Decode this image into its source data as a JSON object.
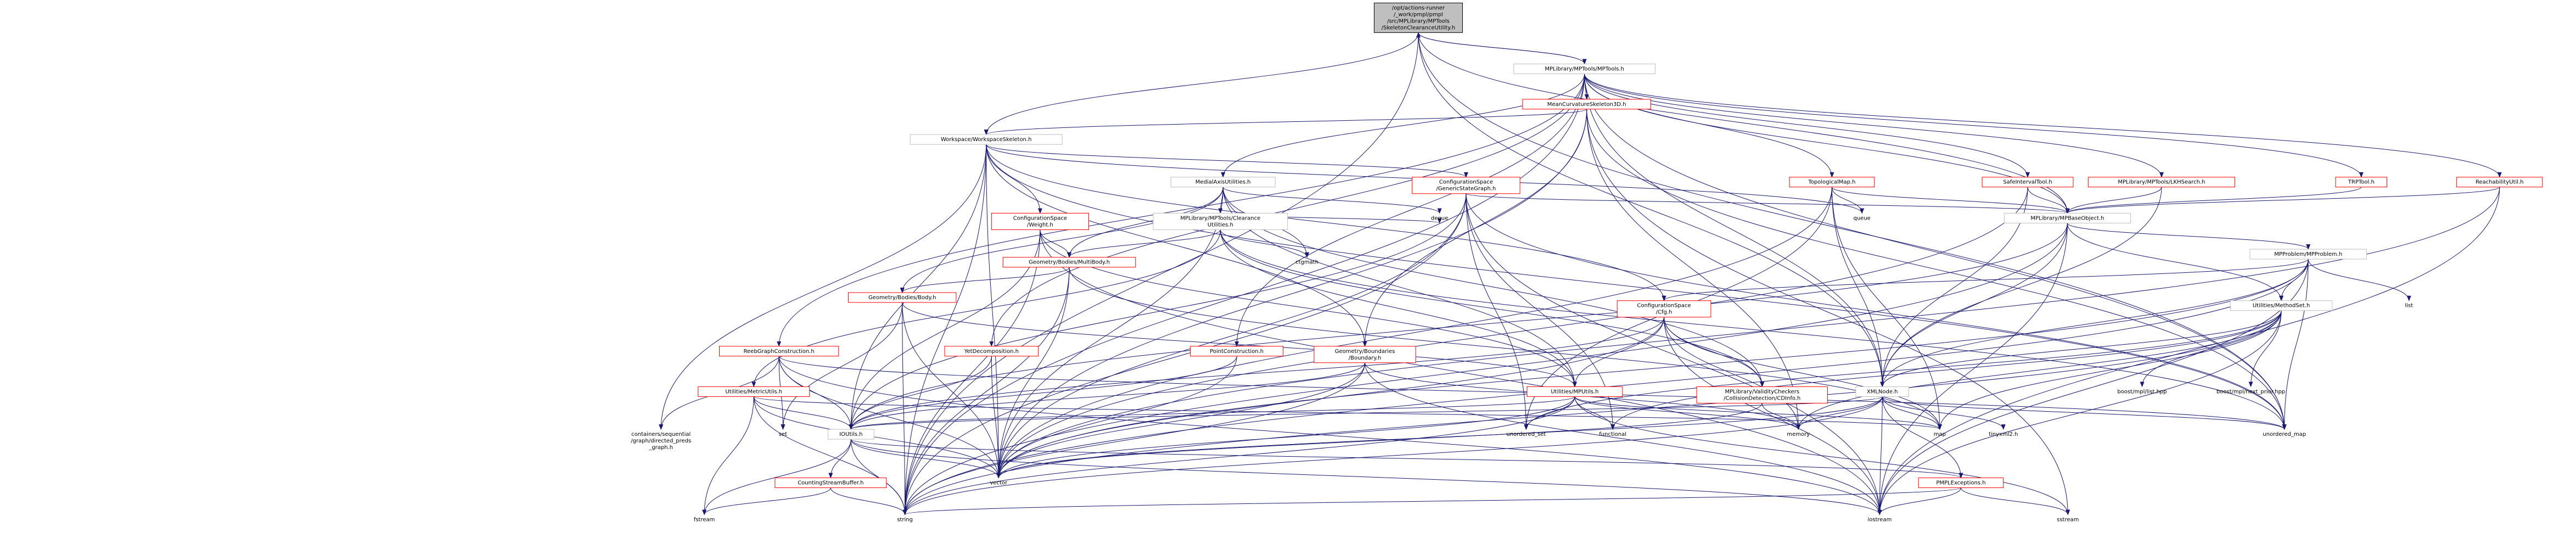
{
  "graph": {
    "title": "",
    "nodes": [
      {
        "id": "root",
        "label": "/opt/actions-runner\n/_work/pmpl/pmpl\n/src/MPLibrary/MPTools\n/SkeletonClearanceUtility.h",
        "kind": "focus"
      },
      {
        "id": "mptools",
        "label": "MPLibrary/MPTools/MPTools.h",
        "kind": "secondary"
      },
      {
        "id": "meancurv",
        "label": "MeanCurvatureSkeleton3D.h",
        "kind": "primary"
      },
      {
        "id": "workspaceskel",
        "label": "Workspace/WorkspaceSkeleton.h",
        "kind": "secondary"
      },
      {
        "id": "medialaxis",
        "label": "MedialAxisUtilities.h",
        "kind": "secondary"
      },
      {
        "id": "topomap",
        "label": "TopologicalMap.h",
        "kind": "primary"
      },
      {
        "id": "safeinterval",
        "label": "SafeIntervalTool.h",
        "kind": "primary"
      },
      {
        "id": "lkhsearch",
        "label": "MPLibrary/MPTools/LKHSearch.h",
        "kind": "primary"
      },
      {
        "id": "tmptool",
        "label": "TRPTool.h",
        "kind": "primary"
      },
      {
        "id": "reachability",
        "label": "ReachabilityUtil.h",
        "kind": "primary"
      },
      {
        "id": "cspacegsg",
        "label": "ConfigurationSpace\n/GenericStateGraph.h",
        "kind": "primary"
      },
      {
        "id": "clearanceutil",
        "label": "MPLibrary/MPTools/Clearance\nUtilities.h",
        "kind": "secondary"
      },
      {
        "id": "cspaceweight",
        "label": "ConfigurationSpace\n/Weight.h",
        "kind": "primary"
      },
      {
        "id": "multibody",
        "label": "Geometry/Bodies/MultiBody.h",
        "kind": "primary"
      },
      {
        "id": "body",
        "label": "Geometry/Bodies/Body.h",
        "kind": "primary"
      },
      {
        "id": "mpbase",
        "label": "MPLibrary/MPBaseObject.h",
        "kind": "secondary"
      },
      {
        "id": "mpproblem",
        "label": "MPProblem/MPProblem.h",
        "kind": "secondary"
      },
      {
        "id": "cfg",
        "label": "ConfigurationSpace\n/Cfg.h",
        "kind": "primary"
      },
      {
        "id": "methodset",
        "label": "Utilities/MethodSet.h",
        "kind": "secondary"
      },
      {
        "id": "reebgraph",
        "label": "ReebGraphConstruction.h",
        "kind": "primary"
      },
      {
        "id": "yetdecomp",
        "label": "YetDecomposition.h",
        "kind": "primary"
      },
      {
        "id": "metricutils",
        "label": "Utilities/MetricUtils.h",
        "kind": "primary"
      },
      {
        "id": "pointconstr",
        "label": "PointConstruction.h",
        "kind": "primary"
      },
      {
        "id": "geoboundary",
        "label": "Geometry/Boundaries\n/Boundary.h",
        "kind": "primary"
      },
      {
        "id": "mputils",
        "label": "Utilities/MPUtils.h",
        "kind": "primary"
      },
      {
        "id": "cdinfo",
        "label": "MPLibrary/ValidityCheckers\n/CollisionDetection/CDInfo.h",
        "kind": "primary"
      },
      {
        "id": "xmlnode",
        "label": "XMLNode.h",
        "kind": "secondary"
      },
      {
        "id": "ioutils",
        "label": "IOUtils.h",
        "kind": "secondary"
      },
      {
        "id": "countingbuf",
        "label": "CountingStreamBuffer.h",
        "kind": "primary"
      },
      {
        "id": "pmplexc",
        "label": "PMPLExceptions.h",
        "kind": "primary"
      },
      {
        "id": "dirpreds",
        "label": "containers/sequential\n/graph/directed_preds\n_graph.h",
        "kind": "std"
      },
      {
        "id": "set",
        "label": "set",
        "kind": "std"
      },
      {
        "id": "fstream",
        "label": "fstream",
        "kind": "std"
      },
      {
        "id": "string",
        "label": "string",
        "kind": "std"
      },
      {
        "id": "vector",
        "label": "vector",
        "kind": "std"
      },
      {
        "id": "iostream",
        "label": "iostream",
        "kind": "std"
      },
      {
        "id": "sstream",
        "label": "sstream",
        "kind": "std"
      },
      {
        "id": "memory",
        "label": "memory",
        "kind": "std"
      },
      {
        "id": "map",
        "label": "map",
        "kind": "std"
      },
      {
        "id": "unordered_set",
        "label": "unordered_set",
        "kind": "std"
      },
      {
        "id": "unordered_map",
        "label": "unordered_map",
        "kind": "std"
      },
      {
        "id": "functional",
        "label": "functional",
        "kind": "std"
      },
      {
        "id": "queue",
        "label": "queue",
        "kind": "std"
      },
      {
        "id": "deque",
        "label": "deque",
        "kind": "std"
      },
      {
        "id": "ctgmath",
        "label": "ctgmath",
        "kind": "std"
      },
      {
        "id": "list",
        "label": "list",
        "kind": "std"
      },
      {
        "id": "tinyxml2",
        "label": "tinyxml2.h",
        "kind": "std"
      },
      {
        "id": "mpllist",
        "label": "boost/mpl/list.hpp",
        "kind": "std"
      },
      {
        "id": "mplnextprior",
        "label": "boost/mpl/next_prior.hpp",
        "kind": "std"
      }
    ],
    "edges": [
      [
        "root",
        "mptools"
      ],
      [
        "root",
        "workspaceskel"
      ],
      [
        "root",
        "mpbase"
      ],
      [
        "root",
        "xmlnode"
      ],
      [
        "root",
        "string"
      ],
      [
        "root",
        "unordered_map"
      ],
      [
        "mptools",
        "root"
      ],
      [
        "mptools",
        "meancurv"
      ],
      [
        "mptools",
        "medialaxis"
      ],
      [
        "mptools",
        "topomap"
      ],
      [
        "mptools",
        "safeinterval"
      ],
      [
        "mptools",
        "lkhsearch"
      ],
      [
        "mptools",
        "tmptool"
      ],
      [
        "mptools",
        "reachability"
      ],
      [
        "mptools",
        "reebgraph"
      ],
      [
        "mptools",
        "yetdecomp"
      ],
      [
        "mptools",
        "pointconstr"
      ],
      [
        "mptools",
        "mpbase"
      ],
      [
        "mptools",
        "xmlnode"
      ],
      [
        "mptools",
        "string"
      ],
      [
        "mptools",
        "unordered_map"
      ],
      [
        "meancurv",
        "workspaceskel"
      ],
      [
        "meancurv",
        "geoboundary"
      ],
      [
        "meancurv",
        "memory"
      ],
      [
        "meancurv",
        "vector"
      ],
      [
        "meancurv",
        "unordered_map"
      ],
      [
        "meancurv",
        "sstream"
      ],
      [
        "workspaceskel",
        "cspacegsg"
      ],
      [
        "workspaceskel",
        "cspaceweight"
      ],
      [
        "workspaceskel",
        "cfg"
      ],
      [
        "workspaceskel",
        "geoboundary"
      ],
      [
        "workspaceskel",
        "ioutils"
      ],
      [
        "workspaceskel",
        "vector"
      ],
      [
        "workspaceskel",
        "queue"
      ],
      [
        "workspaceskel",
        "unordered_map"
      ],
      [
        "workspaceskel",
        "dirpreds"
      ],
      [
        "workspaceskel",
        "string"
      ],
      [
        "medialaxis",
        "clearanceutil"
      ],
      [
        "medialaxis",
        "multibody"
      ],
      [
        "medialaxis",
        "body"
      ],
      [
        "medialaxis",
        "mputils"
      ],
      [
        "medialaxis",
        "cdinfo"
      ],
      [
        "medialaxis",
        "deque"
      ],
      [
        "medialaxis",
        "ctgmath"
      ],
      [
        "medialaxis",
        "vector"
      ],
      [
        "topomap",
        "mpbase"
      ],
      [
        "topomap",
        "xmlnode"
      ],
      [
        "topomap",
        "queue"
      ],
      [
        "topomap",
        "map"
      ],
      [
        "topomap",
        "unordered_set"
      ],
      [
        "topomap",
        "vector"
      ],
      [
        "safeinterval",
        "mpbase"
      ],
      [
        "safeinterval",
        "xmlnode"
      ],
      [
        "safeinterval",
        "vector"
      ],
      [
        "lkhsearch",
        "mpbase"
      ],
      [
        "lkhsearch",
        "xmlnode"
      ],
      [
        "tmptool",
        "mpbase"
      ],
      [
        "reachability",
        "mpbase"
      ],
      [
        "reachability",
        "vector"
      ],
      [
        "reachability",
        "iostream"
      ],
      [
        "cspacegsg",
        "mpbase"
      ],
      [
        "cspacegsg",
        "unordered_set"
      ],
      [
        "cspacegsg",
        "functional"
      ],
      [
        "cspacegsg",
        "unordered_map"
      ],
      [
        "cspacegsg",
        "iostream"
      ],
      [
        "cspacegsg",
        "string"
      ],
      [
        "cspacegsg",
        "vector"
      ],
      [
        "cspacegsg",
        "ioutils"
      ],
      [
        "clearanceutil",
        "multibody"
      ],
      [
        "clearanceutil",
        "metricutils"
      ],
      [
        "clearanceutil",
        "mputils"
      ],
      [
        "clearanceutil",
        "cdinfo"
      ],
      [
        "clearanceutil",
        "ctgmath"
      ],
      [
        "clearanceutil",
        "deque"
      ],
      [
        "clearanceutil",
        "unordered_map"
      ],
      [
        "cspaceweight",
        "multibody"
      ],
      [
        "cspaceweight",
        "ioutils"
      ],
      [
        "cspaceweight",
        "mputils"
      ],
      [
        "cspaceweight",
        "iostream"
      ],
      [
        "cspaceweight",
        "string"
      ],
      [
        "multibody",
        "body"
      ],
      [
        "multibody",
        "vector"
      ],
      [
        "multibody",
        "string"
      ],
      [
        "multibody",
        "map"
      ],
      [
        "body",
        "mputils"
      ],
      [
        "body",
        "vector"
      ],
      [
        "body",
        "string"
      ],
      [
        "body",
        "set"
      ],
      [
        "mpbase",
        "mpproblem"
      ],
      [
        "mpbase",
        "methodset"
      ],
      [
        "mpbase",
        "xmlnode"
      ],
      [
        "mpbase",
        "ioutils"
      ],
      [
        "mpbase",
        "string"
      ],
      [
        "mpbase",
        "iostream"
      ],
      [
        "mpproblem",
        "cfg"
      ],
      [
        "mpproblem",
        "methodset"
      ],
      [
        "mpproblem",
        "xmlnode"
      ],
      [
        "mpproblem",
        "string"
      ],
      [
        "mpproblem",
        "vector"
      ],
      [
        "mpproblem",
        "list"
      ],
      [
        "mpproblem",
        "unordered_map"
      ],
      [
        "mpproblem",
        "iostream"
      ],
      [
        "cfg",
        "mputils"
      ],
      [
        "cfg",
        "cdinfo"
      ],
      [
        "cfg",
        "vector"
      ],
      [
        "cfg",
        "map"
      ],
      [
        "cfg",
        "memory"
      ],
      [
        "cfg",
        "ioutils"
      ],
      [
        "cfg",
        "iostream"
      ],
      [
        "methodset",
        "xmlnode"
      ],
      [
        "methodset",
        "mpllist"
      ],
      [
        "methodset",
        "mplnextprior"
      ],
      [
        "methodset",
        "memory"
      ],
      [
        "methodset",
        "map"
      ],
      [
        "methodset",
        "iostream"
      ],
      [
        "methodset",
        "string"
      ],
      [
        "methodset",
        "functional"
      ],
      [
        "methodset",
        "unordered_set"
      ],
      [
        "reebgraph",
        "ioutils"
      ],
      [
        "reebgraph",
        "vector"
      ],
      [
        "reebgraph",
        "unordered_map"
      ],
      [
        "reebgraph",
        "dirpreds"
      ],
      [
        "reebgraph",
        "set"
      ],
      [
        "reebgraph",
        "iostream"
      ],
      [
        "yetdecomp",
        "ioutils"
      ],
      [
        "yetdecomp",
        "vector"
      ],
      [
        "metricutils",
        "ioutils"
      ],
      [
        "metricutils",
        "vector"
      ],
      [
        "metricutils",
        "string"
      ],
      [
        "metricutils",
        "fstream"
      ],
      [
        "metricutils",
        "map"
      ],
      [
        "pointconstr",
        "ioutils"
      ],
      [
        "pointconstr",
        "vector"
      ],
      [
        "geoboundary",
        "ioutils"
      ],
      [
        "geoboundary",
        "vector"
      ],
      [
        "geoboundary",
        "string"
      ],
      [
        "geoboundary",
        "memory"
      ],
      [
        "geoboundary",
        "iostream"
      ],
      [
        "mputils",
        "ioutils"
      ],
      [
        "mputils",
        "vector"
      ],
      [
        "mputils",
        "map"
      ],
      [
        "mputils",
        "functional"
      ],
      [
        "mputils",
        "memory"
      ],
      [
        "mputils",
        "string"
      ],
      [
        "mputils",
        "unordered_set"
      ],
      [
        "mputils",
        "sstream"
      ],
      [
        "cdinfo",
        "vector"
      ],
      [
        "cdinfo",
        "memory"
      ],
      [
        "xmlnode",
        "ioutils"
      ],
      [
        "xmlnode",
        "pmplexc"
      ],
      [
        "xmlnode",
        "tinyxml2"
      ],
      [
        "xmlnode",
        "memory"
      ],
      [
        "xmlnode",
        "string"
      ],
      [
        "xmlnode",
        "unordered_map"
      ],
      [
        "xmlnode",
        "vector"
      ],
      [
        "xmlnode",
        "map"
      ],
      [
        "xmlnode",
        "iostream"
      ],
      [
        "ioutils",
        "countingbuf"
      ],
      [
        "ioutils",
        "pmplexc"
      ],
      [
        "ioutils",
        "vector"
      ],
      [
        "ioutils",
        "string"
      ],
      [
        "ioutils",
        "iostream"
      ],
      [
        "ioutils",
        "fstream"
      ],
      [
        "countingbuf",
        "fstream"
      ],
      [
        "countingbuf",
        "string"
      ],
      [
        "pmplexc",
        "string"
      ],
      [
        "pmplexc",
        "sstream"
      ],
      [
        "pmplexc",
        "iostream"
      ]
    ]
  }
}
